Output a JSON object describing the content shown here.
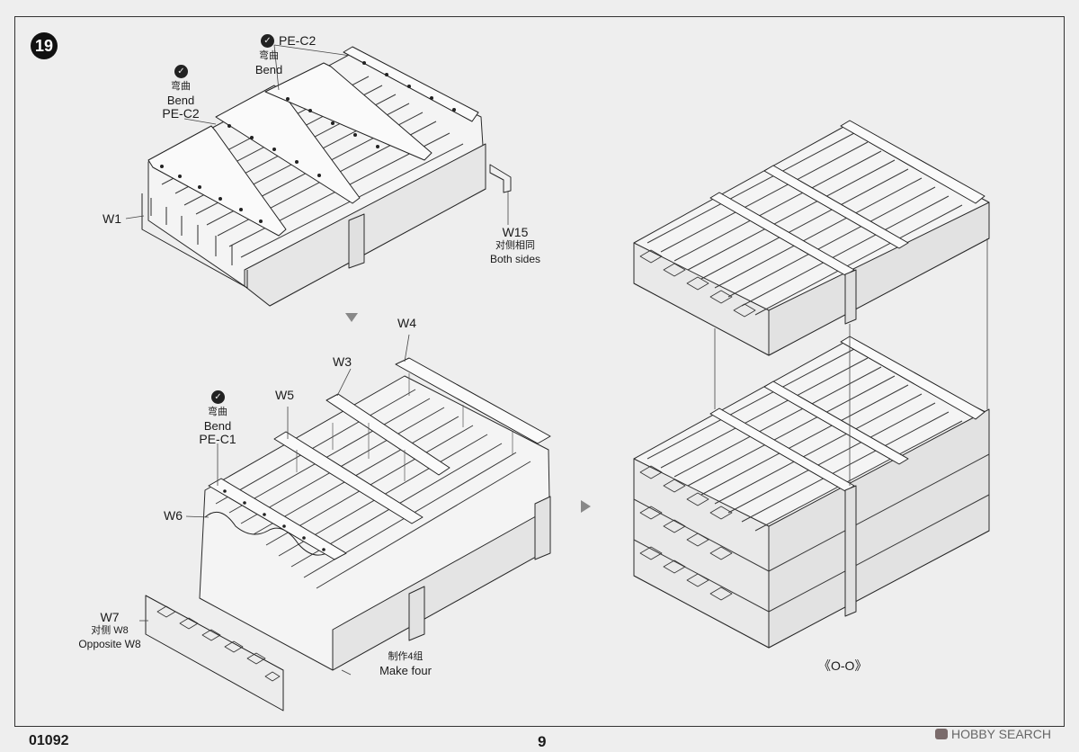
{
  "step": {
    "number": "19"
  },
  "callouts": {
    "pe_c2_top": {
      "part": "PE-C2",
      "cn": "弯曲",
      "en": "Bend"
    },
    "pe_c2_left": {
      "cn": "弯曲",
      "en": "Bend",
      "part": "PE-C2"
    },
    "w1": "W1",
    "w15": {
      "part": "W15",
      "cn": "对侧相同",
      "en": "Both sides"
    },
    "w4": "W4",
    "w3": "W3",
    "w5": "W5",
    "pe_c1": {
      "cn": "弯曲",
      "en": "Bend",
      "part": "PE-C1"
    },
    "w6": "W6",
    "w7": {
      "part": "W7",
      "cn": "对侧 W8",
      "en": "Opposite W8"
    },
    "make_four": {
      "cn": "制作4组",
      "en": "Make four"
    },
    "view": "《O-O》"
  },
  "footer": {
    "code": "01092",
    "page": "9"
  },
  "watermark": "HOBBY SEARCH",
  "icons": [
    "bend-icon",
    "arrow-down-icon",
    "arrow-right-icon",
    "hobby-search-logo-icon"
  ]
}
